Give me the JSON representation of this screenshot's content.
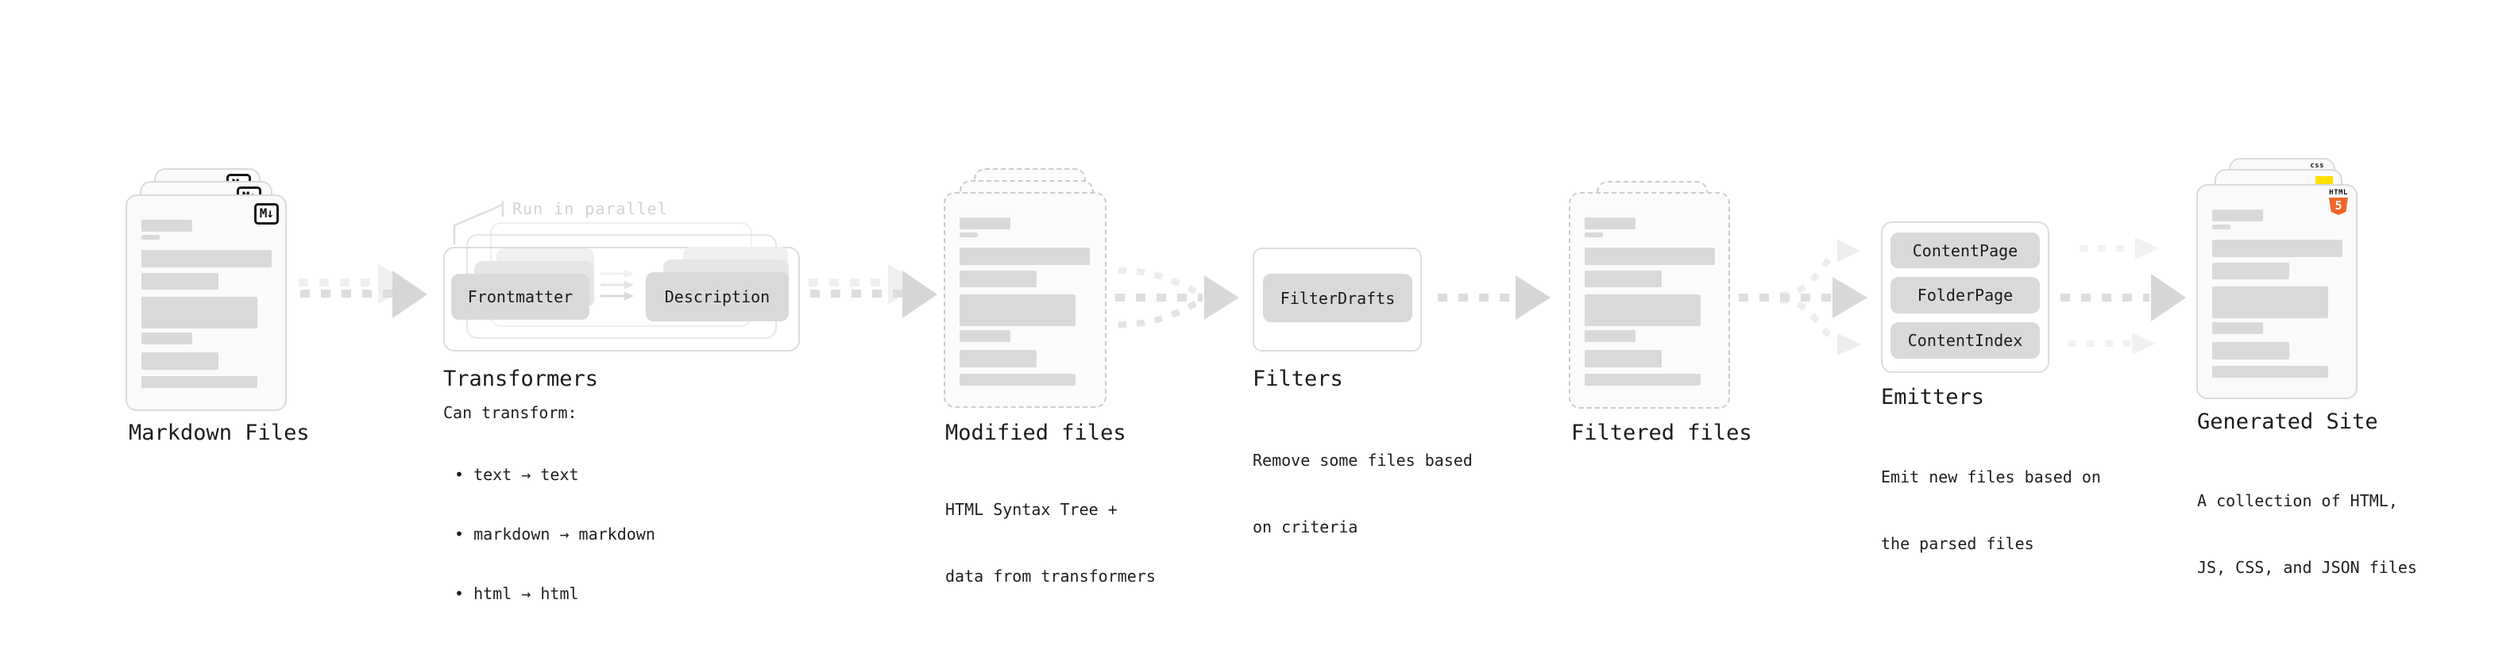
{
  "stages": {
    "markdown": {
      "label": "Markdown Files",
      "badge": "M↓"
    },
    "transformers": {
      "label": "Transformers",
      "note": "Run in parallel",
      "step1": "Frontmatter",
      "step2": "Description",
      "desc_title": "Can transform:",
      "bullets": [
        "• text → text",
        "• markdown → markdown",
        "• html → html"
      ]
    },
    "modified": {
      "label": "Modified files",
      "desc": [
        "HTML Syntax Tree +",
        "data from transformers"
      ]
    },
    "filters": {
      "label": "Filters",
      "button": "FilterDrafts",
      "desc": [
        "Remove some files based",
        "on criteria"
      ]
    },
    "filtered": {
      "label": "Filtered files"
    },
    "emitters": {
      "label": "Emitters",
      "buttons": [
        "ContentPage",
        "FolderPage",
        "ContentIndex"
      ],
      "desc": [
        "Emit new files based on",
        "the parsed files"
      ]
    },
    "generated": {
      "label": "Generated Site",
      "desc": [
        "A collection of HTML,",
        "JS, CSS, and JSON files"
      ],
      "badge_html_label": "HTML",
      "badge_html_number": "5",
      "badge_css": "css"
    }
  },
  "colors": {
    "placeholder_bar": "#d9d9d9",
    "arrow_gray": "#d6d6d6",
    "arrow_light": "#efefef",
    "note_gray": "#d2d2d2",
    "text_dark": "#1c1c1c",
    "html5_orange": "#f1652a",
    "js_yellow": "#ffe000",
    "css_blue": "#2563eb"
  }
}
